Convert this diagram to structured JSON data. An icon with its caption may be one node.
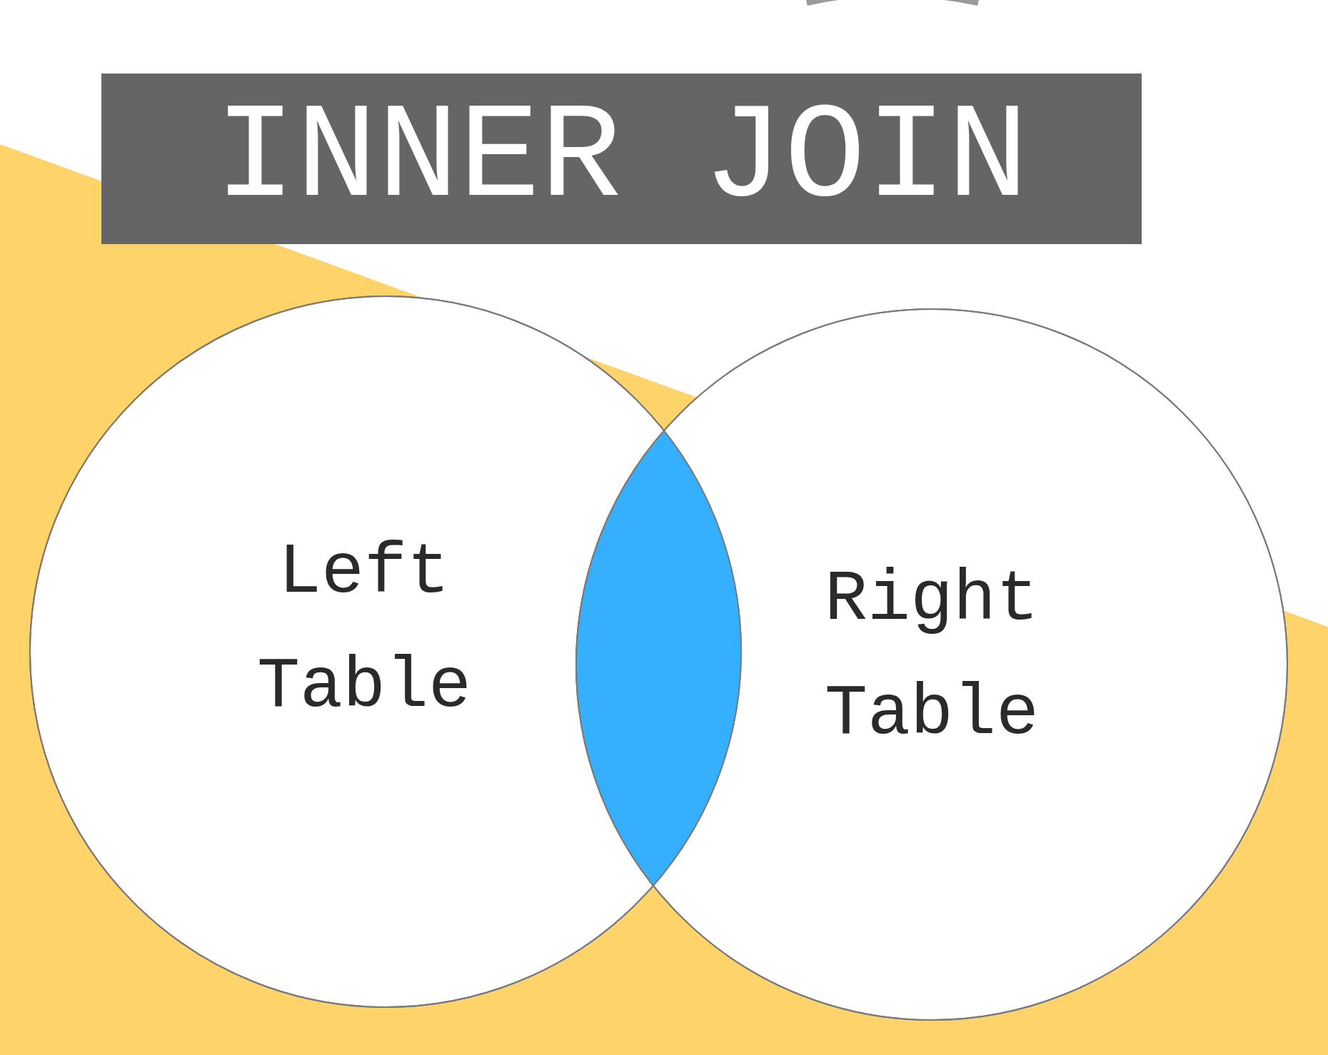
{
  "diagram": {
    "title": "INNER JOIN",
    "nodes": [
      {
        "text": [
          "Left Table"
        ]
      },
      {
        "text": [
          "Right Table"
        ]
      }
    ]
  }
}
